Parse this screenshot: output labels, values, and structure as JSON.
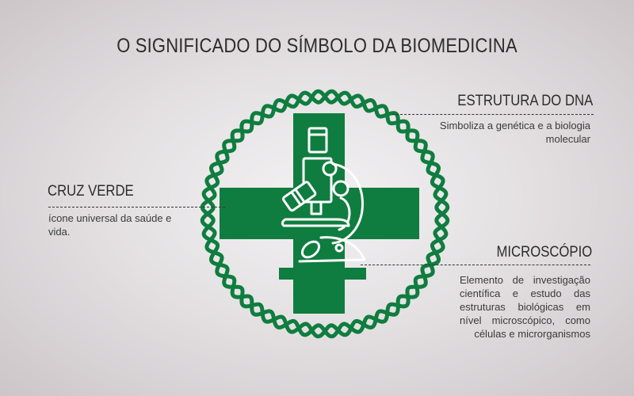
{
  "title": "O SIGNIFICADO DO SÍMBOLO DA BIOMEDICINA",
  "colors": {
    "emblem_green": "#0f7d3f",
    "text": "#2c2c2c",
    "background": "#e4e1e3"
  },
  "emblem": {
    "icon": "biomedicine-symbol",
    "parts": [
      "dna-ring",
      "green-cross",
      "microscope"
    ]
  },
  "labels": {
    "dna": {
      "title": "ESTRUTURA DO DNA",
      "description": "Simboliza a genética e a biologia molecular"
    },
    "cross": {
      "title": "CRUZ VERDE",
      "description": "ícone universal da saúde e vida."
    },
    "microscope": {
      "title": "MICROSCÓPIO",
      "description": "Elemento de investigação científica e estudo das estruturas biológicas em nível microscópico, como células e microrganismos"
    }
  }
}
